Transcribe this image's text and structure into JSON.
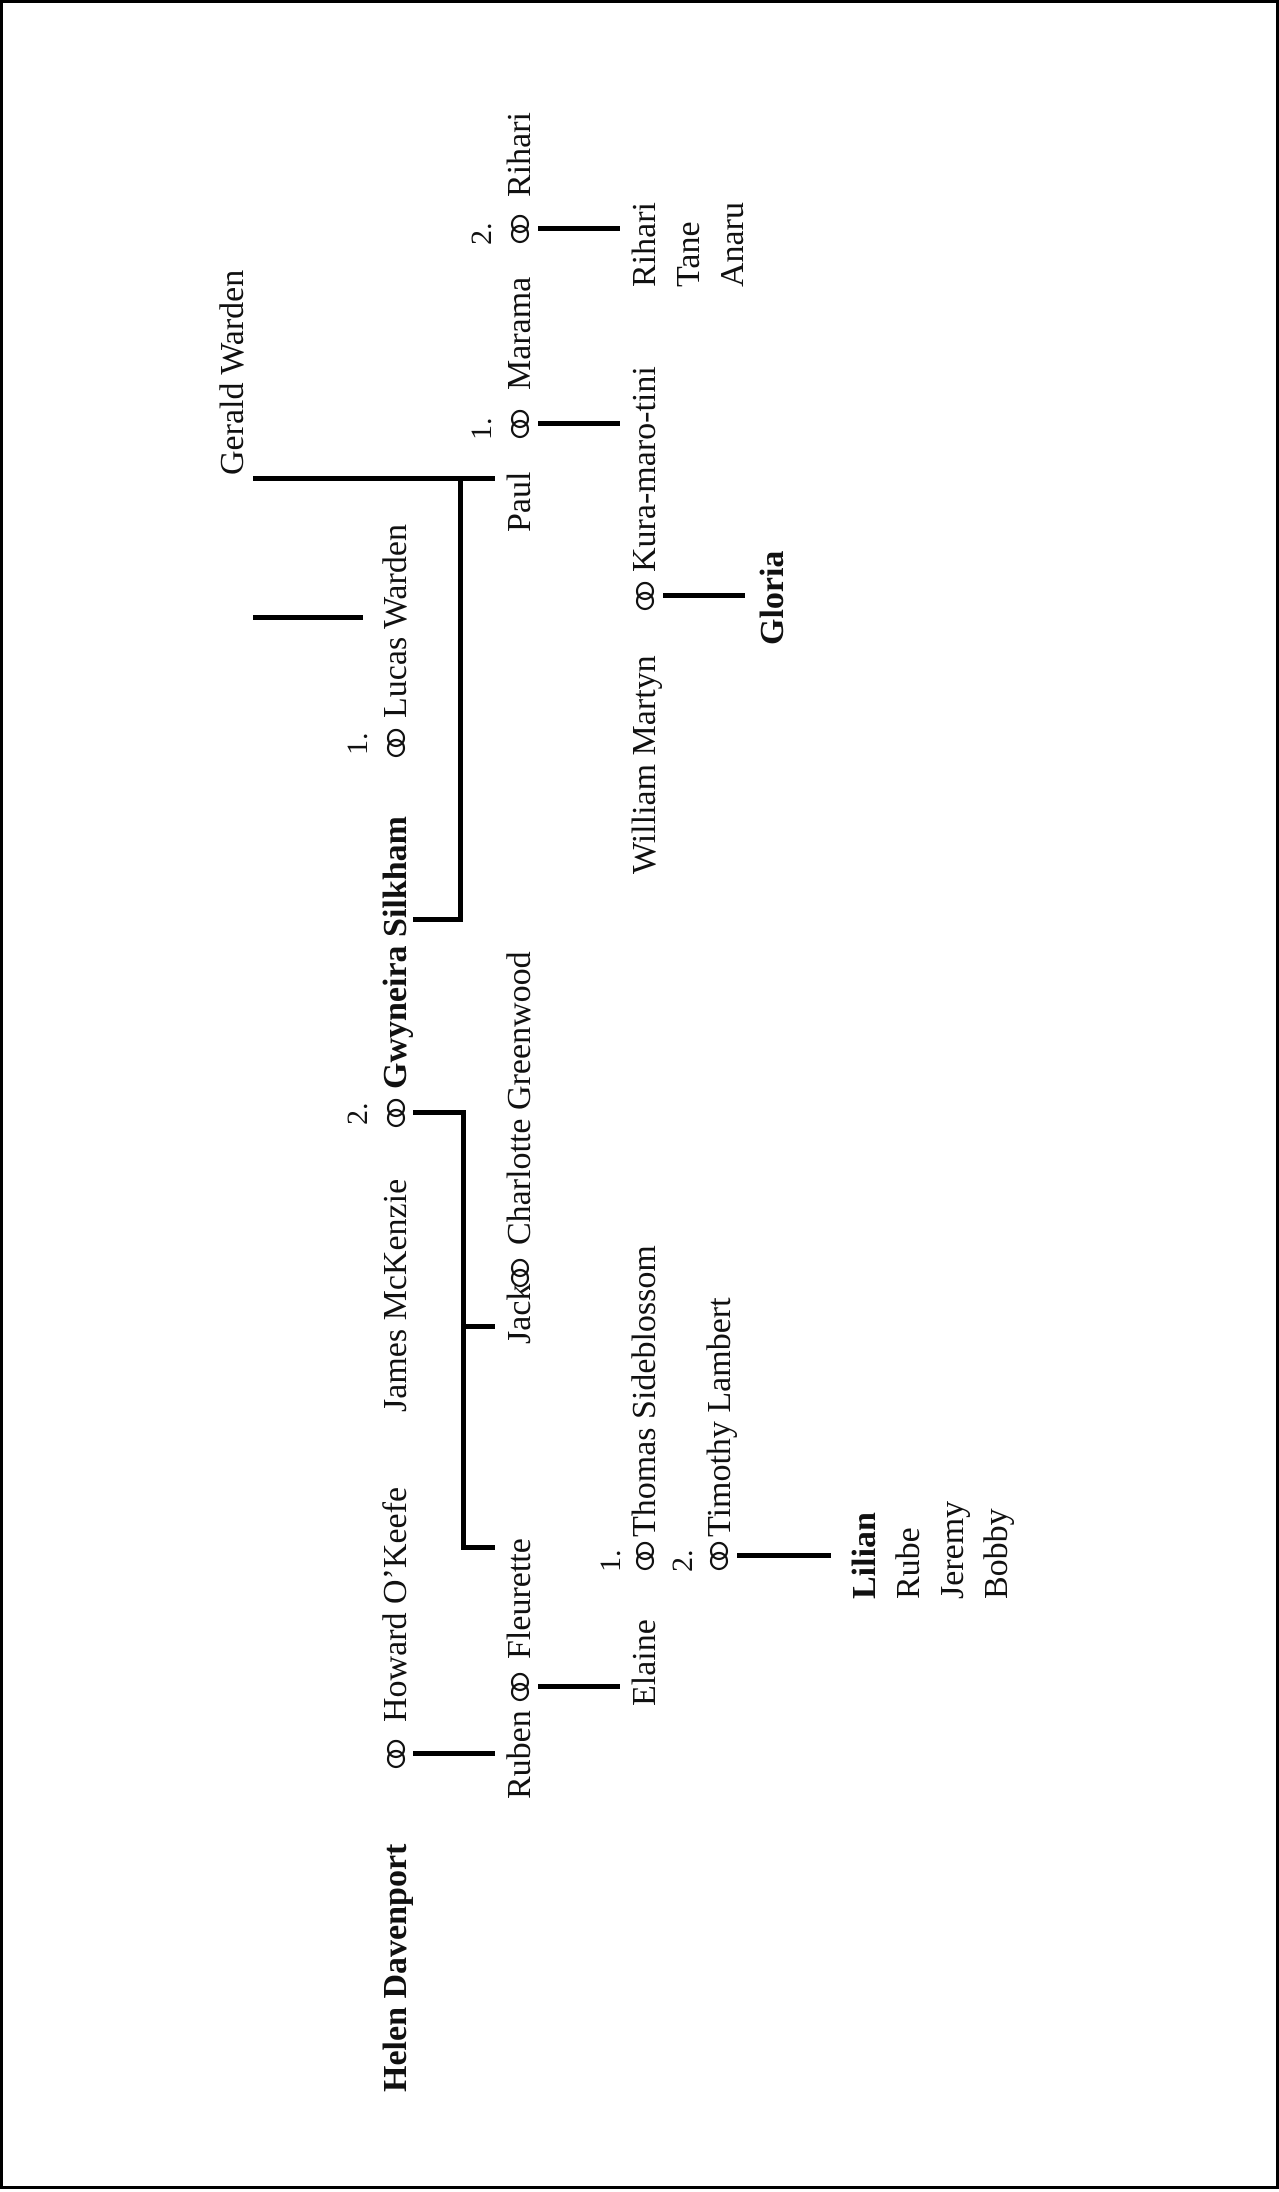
{
  "people": {
    "helen": "Helen Davenport",
    "howard": "Howard O’Keefe",
    "james": "James McKenzie",
    "gwyneira": "Gwyneira Silkham",
    "lucas": "Lucas Warden",
    "gerald": "Gerald Warden",
    "ruben": "Ruben",
    "fleurette": "Fleurette",
    "jack": "Jack",
    "charlotte": "Charlotte Greenwood",
    "paul": "Paul",
    "marama": "Marama",
    "rihari_parent": "Rihari",
    "elaine": "Elaine",
    "thomas": "Thomas Sideblossom",
    "timothy": "Timothy Lambert",
    "william": "William Martyn",
    "kura": "Kura-maro-tini",
    "gloria": "Gloria",
    "lilian": "Lilian",
    "rube": "Rube",
    "jeremy": "Jeremy",
    "bobby": "Bobby",
    "rihari_child": "Rihari",
    "tane": "Tane",
    "anaru": "Anaru"
  },
  "marriage_numbers": {
    "gwyneira_james": "2.",
    "gwyneira_lucas": "1.",
    "paul_marama": "1.",
    "marama_rihari": "2.",
    "elaine_thomas": "1.",
    "elaine_timothy": "2."
  },
  "icons": {
    "marriage": "interlocking-rings-icon"
  }
}
